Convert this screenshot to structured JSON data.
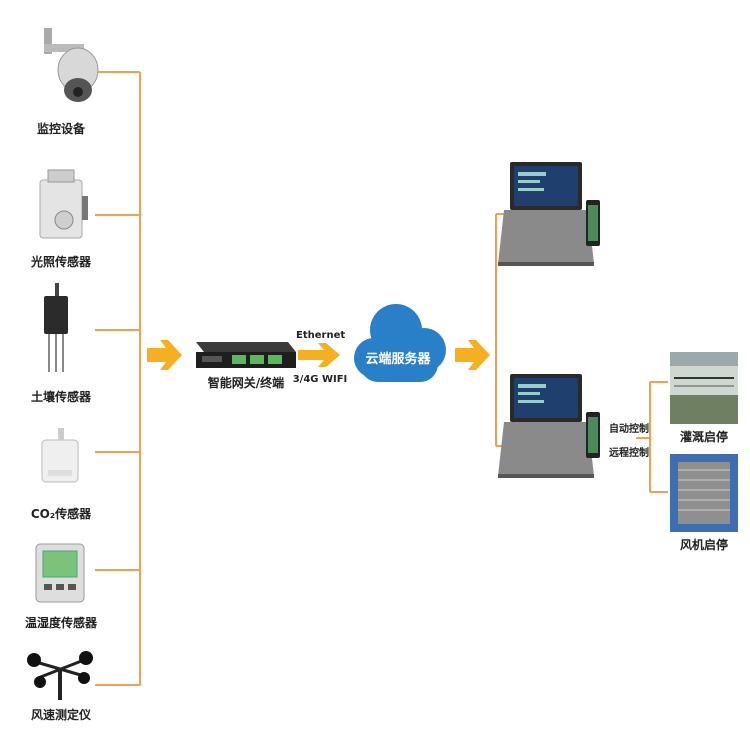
{
  "sensors": [
    {
      "label": "监控设备",
      "icon": "camera-icon"
    },
    {
      "label": "光照传感器",
      "icon": "light-sensor-icon"
    },
    {
      "label": "土壤传感器",
      "icon": "soil-sensor-icon"
    },
    {
      "label": "CO₂传感器",
      "icon": "co2-sensor-icon"
    },
    {
      "label": "温湿度传感器",
      "icon": "humidity-sensor-icon"
    },
    {
      "label": "风速测定仪",
      "icon": "anemometer-icon"
    }
  ],
  "gateway": {
    "label": "智能网关/终端",
    "icon": "gateway-icon"
  },
  "link": {
    "top": "Ethernet",
    "bottom": "3/4G  WIFI"
  },
  "cloud": {
    "label": "云端服务器",
    "icon": "cloud-icon"
  },
  "clients": [
    {
      "icon": "laptop-phone-icon"
    },
    {
      "icon": "laptop-phone-icon"
    }
  ],
  "control": {
    "line1": "自动控制",
    "line2": "远程控制"
  },
  "outputs": [
    {
      "label": "灌溉启停",
      "icon": "irrigation-icon"
    },
    {
      "label": "风机启停",
      "icon": "fan-icon"
    }
  ],
  "colors": {
    "line": "#f0a050",
    "arrow": "#f5b021",
    "cloud": "#2a7fc9"
  }
}
